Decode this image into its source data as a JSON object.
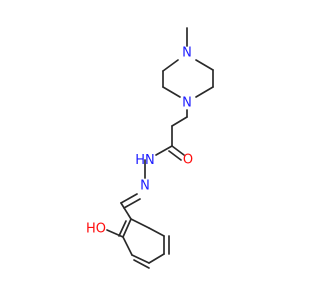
{
  "molecule": {
    "atoms": {
      "n_top": {
        "symbol": "N",
        "color": "#1c1cff"
      },
      "n_bottom": {
        "symbol": "N",
        "color": "#1c1cff"
      },
      "o_carbonyl": {
        "symbol": "O",
        "color": "#ff0d0d"
      },
      "nh": {
        "symbol": "N",
        "h": "H",
        "color": "#1c1cff"
      },
      "n_imine": {
        "symbol": "N",
        "color": "#1c1cff"
      },
      "hydroxyl": {
        "symbol": "HO",
        "color": "#ff0d0d"
      }
    },
    "bond_color": "#2a2a2a"
  }
}
